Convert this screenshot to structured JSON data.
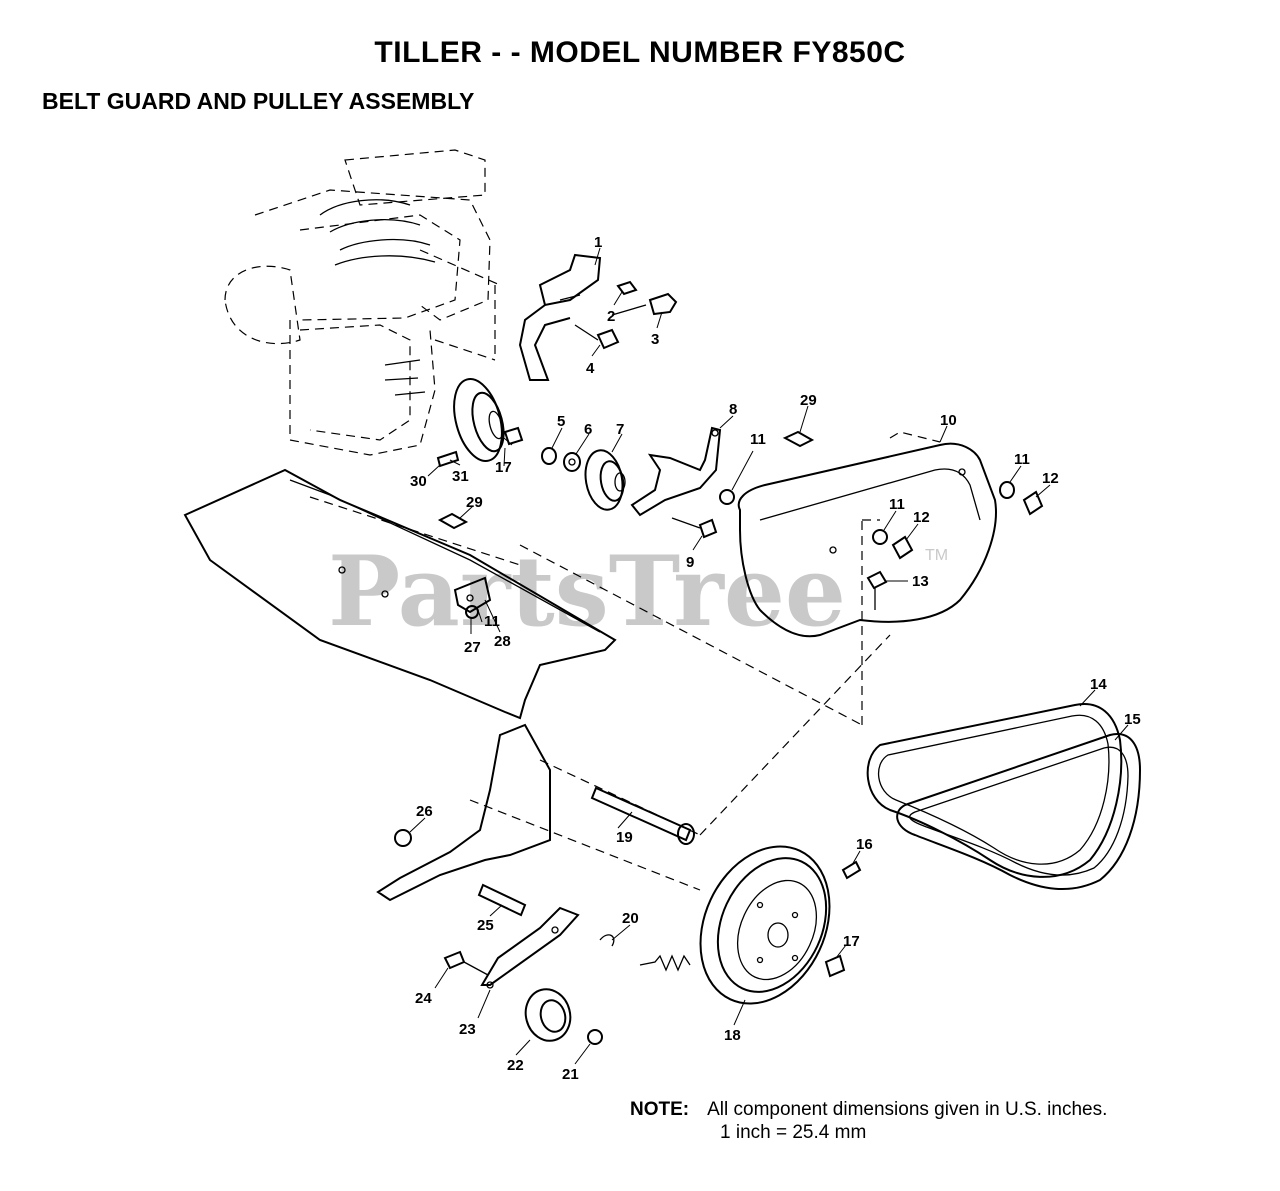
{
  "header": {
    "title": "TILLER - - MODEL NUMBER FY850C",
    "subtitle": "BELT GUARD AND PULLEY ASSEMBLY"
  },
  "watermark": {
    "text": "PartsTree",
    "tm": "TM"
  },
  "parts": {
    "p1": "1",
    "p2": "2",
    "p3": "3",
    "p4": "4",
    "p5": "5",
    "p6": "6",
    "p7": "7",
    "p8": "8",
    "p9": "9",
    "p10": "10",
    "p11a": "11",
    "p11b": "11",
    "p11c": "11",
    "p11d": "11",
    "p12a": "12",
    "p12b": "12",
    "p13": "13",
    "p14": "14",
    "p15": "15",
    "p16": "16",
    "p17a": "17",
    "p17b": "17",
    "p18": "18",
    "p19": "19",
    "p20": "20",
    "p21": "21",
    "p22": "22",
    "p23": "23",
    "p24": "24",
    "p25": "25",
    "p26": "26",
    "p27": "27",
    "p28": "28",
    "p29a": "29",
    "p29b": "29",
    "p30": "30",
    "p31": "31"
  },
  "note": {
    "label": "NOTE:",
    "line1": "All component dimensions given in U.S. inches.",
    "line2": "1 inch = 25.4 mm"
  },
  "colors": {
    "ink": "#000000",
    "watermark": "#c9c9c9",
    "paper": "#ffffff"
  }
}
